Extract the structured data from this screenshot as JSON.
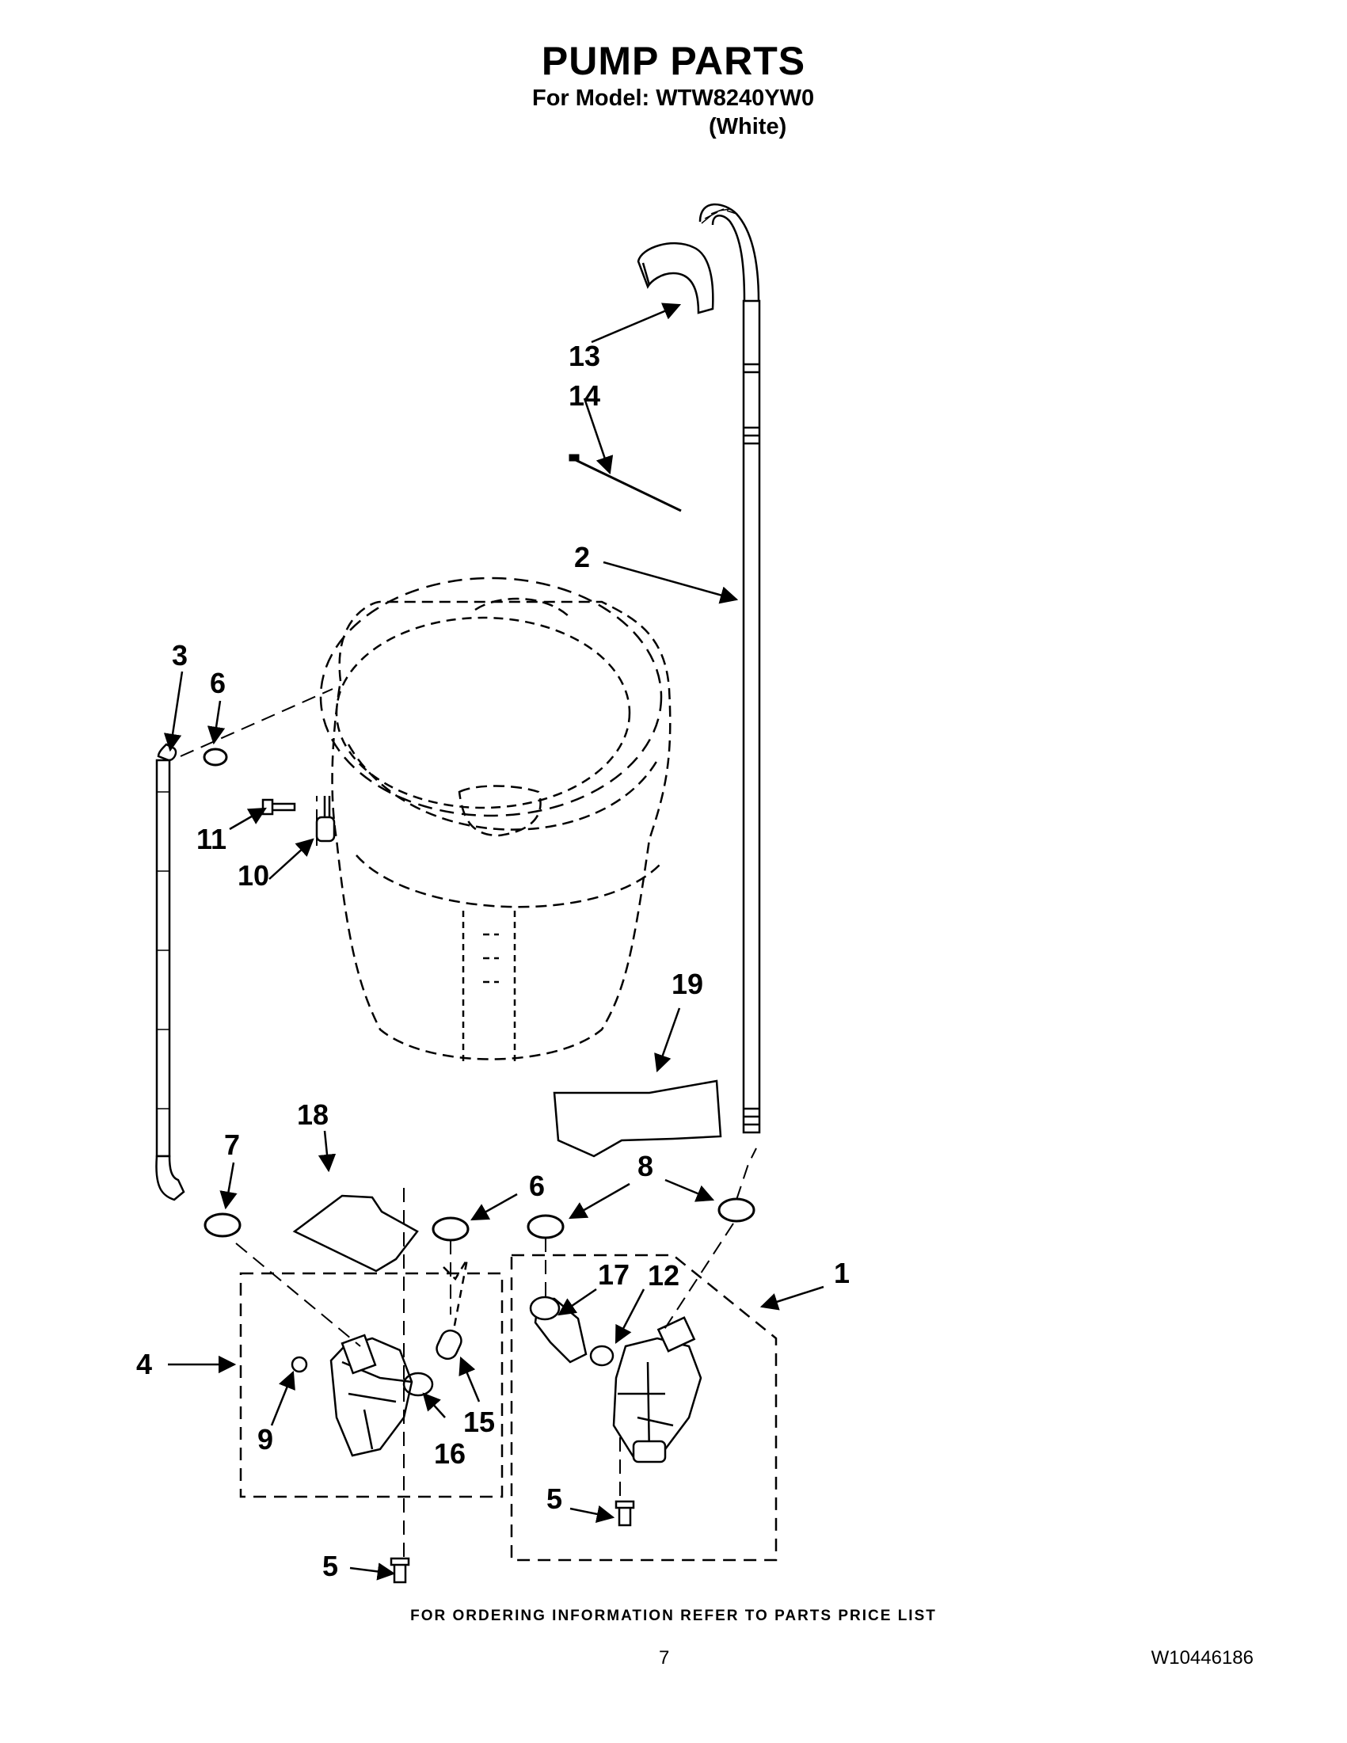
{
  "header": {
    "title": "PUMP PARTS",
    "model_line": "For Model: WTW8240YW0",
    "color": "(White)"
  },
  "callouts": {
    "c1": "1",
    "c2": "2",
    "c3": "3",
    "c4": "4",
    "c5a": "5",
    "c5b": "5",
    "c6a": "6",
    "c6b": "6",
    "c7": "7",
    "c8": "8",
    "c9": "9",
    "c10": "10",
    "c11": "11",
    "c12": "12",
    "c13": "13",
    "c14": "14",
    "c15": "15",
    "c16": "16",
    "c17": "17",
    "c18": "18",
    "c19": "19"
  },
  "footer": {
    "note": "FOR ORDERING INFORMATION REFER TO PARTS PRICE LIST",
    "page_number": "7",
    "doc_number": "W10446186"
  }
}
